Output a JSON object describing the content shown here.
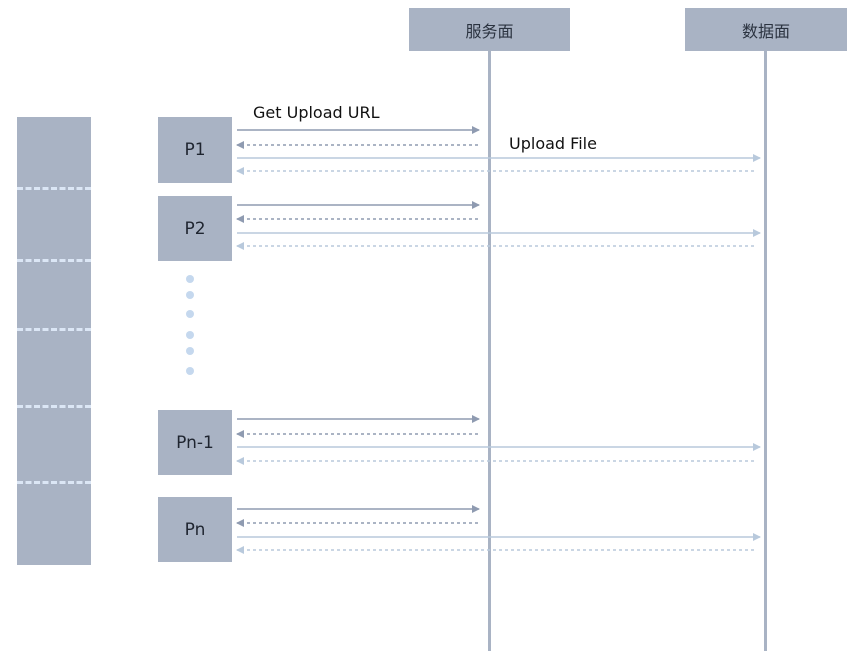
{
  "participants": {
    "service_plane": "服务面",
    "data_plane": "数据面"
  },
  "messages": {
    "get_upload_url": "Get Upload URL",
    "upload_file": "Upload File"
  },
  "parts": [
    {
      "label": "P1"
    },
    {
      "label": "P2"
    },
    {
      "label": "Pn-1"
    },
    {
      "label": "Pn"
    }
  ],
  "colors": {
    "box": "#a9b3c4",
    "request_arrow": "#8f9bb1",
    "response_arrow": "#b8c9dc",
    "dashed_divider": "#dbe6f5",
    "ellipsis_dot": "#c5d8ee"
  }
}
